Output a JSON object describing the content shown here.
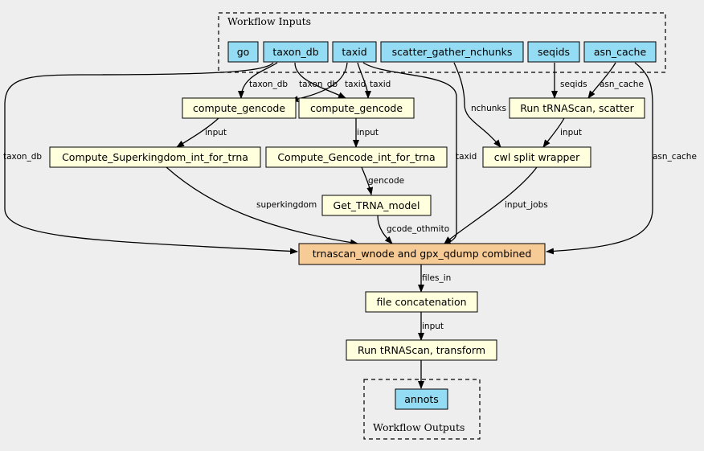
{
  "clusters": {
    "inputs": "Workflow Inputs",
    "outputs": "Workflow Outputs"
  },
  "nodes": {
    "go": "go",
    "taxon_db": "taxon_db",
    "taxid": "taxid",
    "scatter_gather_nchunks": "scatter_gather_nchunks",
    "seqids": "seqids",
    "asn_cache": "asn_cache",
    "compute_gencode_1": "compute_gencode",
    "compute_gencode_2": "compute_gencode",
    "run_trnascan_scatter": "Run tRNAScan, scatter",
    "compute_superkingdom": "Compute_Superkingdom_int_for_trna",
    "compute_gencode_int": "Compute_Gencode_int_for_trna",
    "cwl_split_wrapper": "cwl split wrapper",
    "get_trna_model": "Get_TRNA_model",
    "trnascan_combined": "trnascan_wnode and gpx_qdump combined",
    "file_concatenation": "file concatenation",
    "run_trnascan_transform": "Run tRNAScan, transform",
    "annots": "annots"
  },
  "edge_labels": {
    "taxon_db_to_cg1": "taxon_db",
    "taxon_db_to_cg2": "taxon_db",
    "taxid_to_cg1": "taxid",
    "taxid_to_cg2": "taxid",
    "seqids_to_scatter": "seqids",
    "asn_cache_to_scatter": "asn_cache",
    "nchunks": "nchunks",
    "cg1_input": "input",
    "cg2_input": "input",
    "scatter_input": "input",
    "taxon_db_to_combined": "taxon_db",
    "taxid_to_combined": "taxid",
    "asn_cache_to_combined": "asn_cache",
    "gencode": "gencode",
    "superkingdom": "superkingdom",
    "gcode_othmito": "gcode_othmito",
    "input_jobs": "input_jobs",
    "files_in": "files_in",
    "concat_input": "input"
  }
}
